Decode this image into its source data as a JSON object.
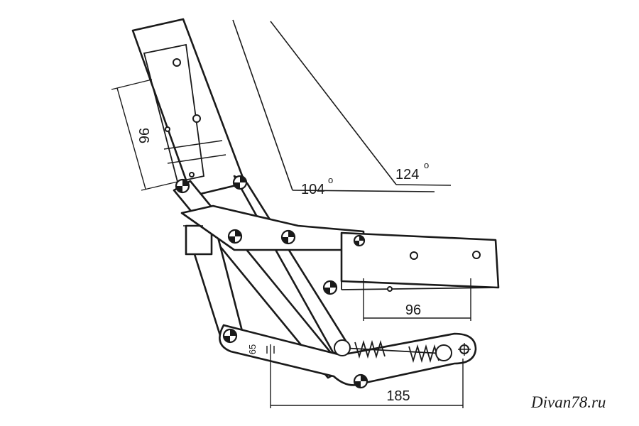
{
  "dimensions": {
    "backrest_bracket": "96",
    "seat_bracket": "96",
    "base_length": "185",
    "small_offset": "65"
  },
  "angles": {
    "inner": "104",
    "outer": "124",
    "degree_mark": "o"
  },
  "watermark": "Divan78.ru"
}
